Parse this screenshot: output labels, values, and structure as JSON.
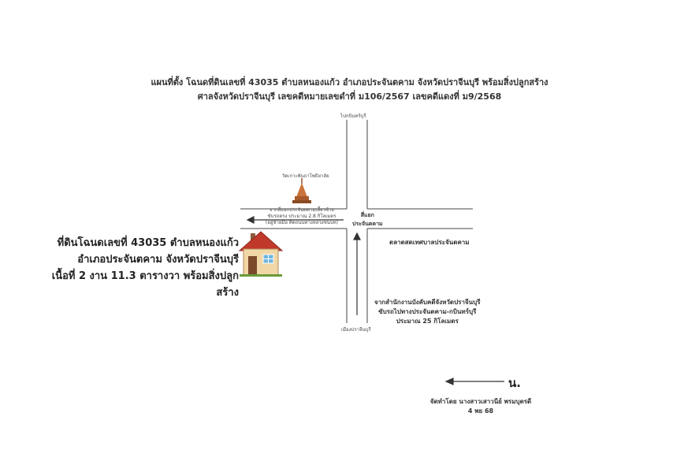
{
  "map_title": {
    "line1": "แผนที่ตั้ง โฉนดที่ดินเลขที่ 43035 ตำบลหนองแก้ว อำเภอประจันตคาม จังหวัดปราจีนบุรี พร้อมสิ่งปลูกสร้าง",
    "line2": "ศาลจังหวัดปราจีนบุรี เลขคดีหมายเลขดำที่  ม106/2567 เลขคดีแดงที่ ม9/2568"
  },
  "roads": {
    "north_label": "ไปกบินทร์บุรี",
    "south_label": "เมืองปราจีนบุรี",
    "intersection_label": [
      "สี่แยก",
      "ประจันตคาม"
    ]
  },
  "landmarks": {
    "temple_label": "วัดเกาะพันธาโพธิยาลัย",
    "market_label": "ตลาดสดเทศบาลประจันตคาม"
  },
  "directions": {
    "from_intersection": [
      "จากสี่แยกประจันตคามเลี้ยวซ้าย",
      "ขับรถตรง ประมาณ 2.8 กิโลเมตร",
      "(อยู่ซ้ายมือ ติดถนนทางหลวงชนบท)"
    ],
    "from_office": [
      "จากสำนักงานบังคับคดีจังหวัดปราจีนบุรี",
      "ขับรถไปทางประจันตคาม-กบินทร์บุรี",
      "ประมาณ 25 กิโลเมตร"
    ]
  },
  "parcel": {
    "line1": "ที่ดินโฉนดเลขที่ 43035 ตำบลหนองแก้ว",
    "line2": "อำเภอประจันตคาม จังหวัดปราจีนบุรี",
    "line3": "เนื้อที่ 2 งาน 11.3 ตารางวา พร้อมสิ่งปลูกสร้าง"
  },
  "north_arrow": {
    "label": "น."
  },
  "credits": {
    "prepared_by": "จัดทำโดย นางสาวเสาวนีย์ พรมบุตรดี",
    "date": "4 พย 68"
  },
  "icons": {
    "house": "house-icon",
    "temple": "temple-icon"
  },
  "colors": {
    "road": "#444444",
    "roof": "#c0392b",
    "wall": "#f2d7a6",
    "temple": "#c9743a"
  }
}
